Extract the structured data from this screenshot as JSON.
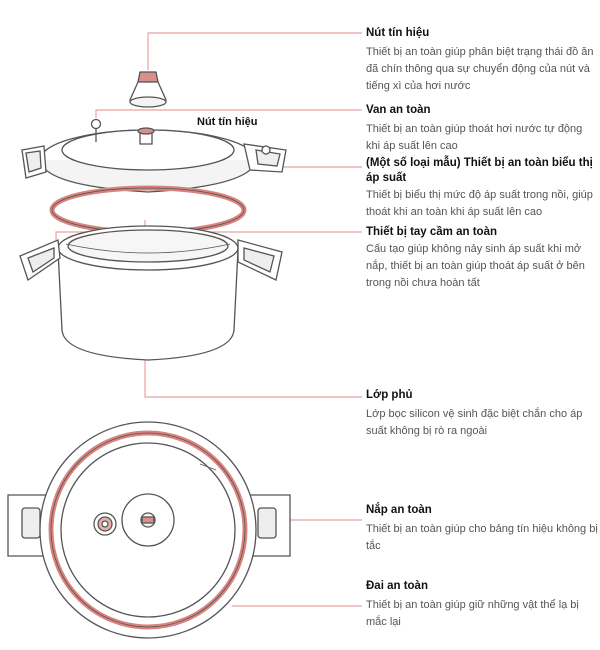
{
  "inline_label": "Nút tín hiệu",
  "colors": {
    "leader_line": "#e8a2a2",
    "gasket": "#d9837f",
    "outline": "#555555"
  },
  "annotations": [
    {
      "id": "signal-button",
      "title": "Nút tín hiệu",
      "desc": "Thiết bị an toàn giúp phân biệt trạng thái đồ ăn đã chín thông qua sự chuyển động của nút và tiếng xì của hơi nước"
    },
    {
      "id": "safety-valve",
      "title": "Van an toàn",
      "desc": "Thiết bị an toàn giúp thoát hơi nước tự động khi áp suất lên cao"
    },
    {
      "id": "pressure-indicator",
      "title": "(Một số loại mẫu) Thiết bị an toàn biểu thị áp suất",
      "desc": "Thiết bị biểu thị mức độ áp suất trong nồi, giúp thoát khi an toàn khi áp suất lên cao"
    },
    {
      "id": "safety-handle",
      "title": "Thiết bị tay cầm an toàn",
      "desc": "Cấu tạo giúp không nảy sinh áp suất khi mở nắp, thiết bị an toàn giúp thoát áp suất ở bên trong nồi chưa hoàn tất"
    },
    {
      "id": "coating",
      "title": "Lớp phủ",
      "desc": "Lớp bọc silicon vệ sinh đặc biệt chắn cho áp suất không bị rò ra ngoài"
    },
    {
      "id": "safety-lid",
      "title": "Nắp an toàn",
      "desc": "Thiết bị an toàn giúp cho bảng tín hiệu không bị tắc"
    },
    {
      "id": "safety-ring",
      "title": "Đai an toàn",
      "desc": "Thiết bị an toàn giúp giữ những vật thể lạ bị mắc lại"
    }
  ]
}
